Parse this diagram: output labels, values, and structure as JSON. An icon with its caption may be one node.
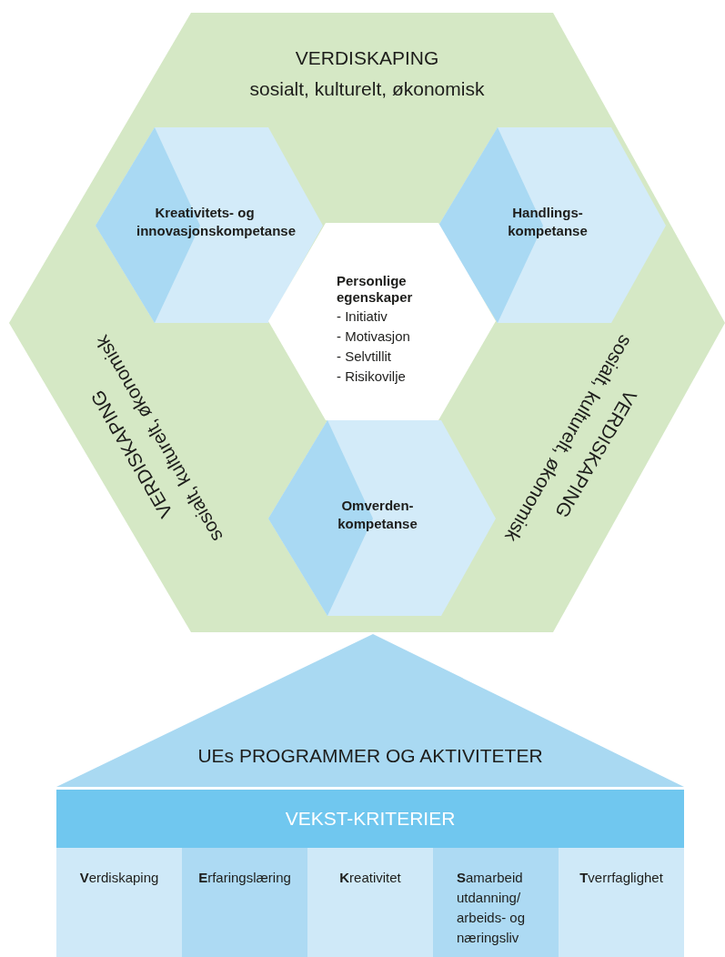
{
  "diagram": {
    "nodes": [
      {
        "text": [
          "VERDISKAPING",
          "sosialt, kulturelt, økonomisk"
        ]
      },
      {
        "text": [
          "Kreativitets- og innovasjonskompetanse"
        ],
        "in": 0
      },
      {
        "text": [
          "Handlings- kompetanse"
        ],
        "in": 0
      },
      {
        "text": [
          "Personlige egenskaper",
          "- Initiativ",
          "- Motivasjon",
          "- Selvtillit",
          "- Risikovilje"
        ],
        "in": 0
      },
      {
        "text": [
          "Omverden- kompetanse"
        ],
        "in": 0
      },
      {
        "text": [
          "UEs PROGRAMMER OG AKTIVITETER"
        ]
      },
      {
        "text": [
          "VEKST-KRITERIER"
        ]
      },
      {
        "text": [
          "**V**erdiskaping"
        ]
      },
      {
        "text": [
          "**E**rfaringslæring"
        ]
      },
      {
        "text": [
          "**K**reativitet"
        ]
      },
      {
        "text": [
          "**S**amarbeid utdanning/ arbeids- og næringsliv"
        ]
      },
      {
        "text": [
          "**T**verrfaglighet"
        ]
      }
    ],
    "labels": [
      "VERDISKAPING",
      "sosialt, kulturelt, økonomisk",
      "VERDISKAPING",
      "sosialt, kulturelt, økonomisk"
    ]
  }
}
